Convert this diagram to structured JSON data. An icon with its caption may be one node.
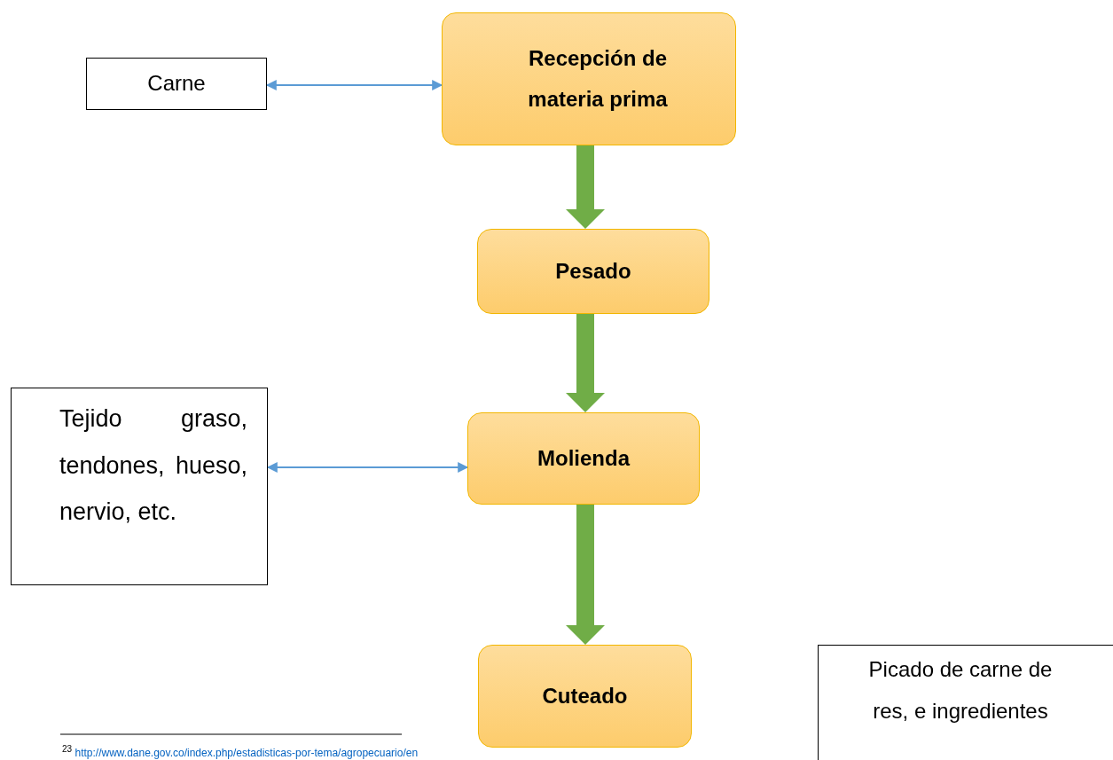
{
  "diagram": {
    "nodes": [
      {
        "text": [
          "Carne"
        ]
      },
      {
        "text": [
          "Recepción de materia prima"
        ]
      },
      {
        "text": [
          "Pesado"
        ]
      },
      {
        "text": [
          "Tejido graso, tendones, hueso, nervio, etc."
        ]
      },
      {
        "text": [
          "Molienda"
        ]
      },
      {
        "text": [
          "Cuteado"
        ]
      },
      {
        "text": [
          "Picado de carne de res, e ingredientes"
        ]
      }
    ],
    "edges": [
      {
        "from": 0,
        "to": 1,
        "arrow": "both",
        "color": "#5b9bd5"
      },
      {
        "from": 1,
        "to": 2,
        "arrow": "to",
        "style": "thick"
      },
      {
        "from": 2,
        "to": 4,
        "arrow": "to",
        "style": "thick"
      },
      {
        "from": 3,
        "to": 4,
        "arrow": "both",
        "color": "#5b9bd5"
      },
      {
        "from": 4,
        "to": 5,
        "arrow": "to",
        "style": "thick"
      }
    ],
    "labels": [
      "$^{23}$ http://www.dane.gov.co/index.php/estadisticas-por-tema/agropecuario/en"
    ]
  }
}
